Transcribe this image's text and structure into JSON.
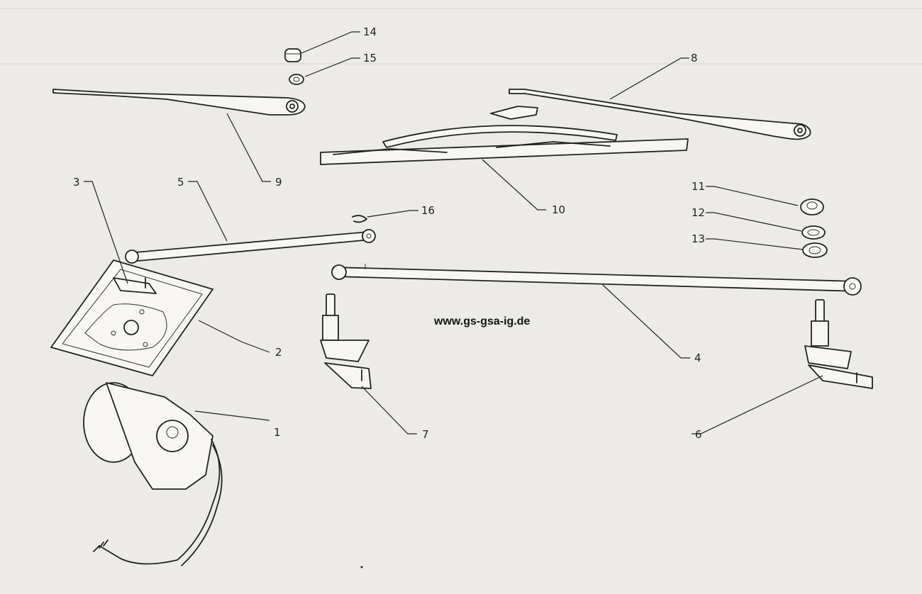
{
  "watermark": "www.gs-gsa-ig.de",
  "callouts": [
    {
      "id": "1",
      "label": "1"
    },
    {
      "id": "2",
      "label": "2"
    },
    {
      "id": "3",
      "label": "3"
    },
    {
      "id": "4",
      "label": "4"
    },
    {
      "id": "5",
      "label": "5"
    },
    {
      "id": "6",
      "label": "6"
    },
    {
      "id": "7",
      "label": "7"
    },
    {
      "id": "8",
      "label": "8"
    },
    {
      "id": "9",
      "label": "9"
    },
    {
      "id": "10",
      "label": "10"
    },
    {
      "id": "11",
      "label": "11"
    },
    {
      "id": "12",
      "label": "12"
    },
    {
      "id": "13",
      "label": "13"
    },
    {
      "id": "14",
      "label": "14"
    },
    {
      "id": "15",
      "label": "15"
    },
    {
      "id": "16",
      "label": "16"
    }
  ]
}
